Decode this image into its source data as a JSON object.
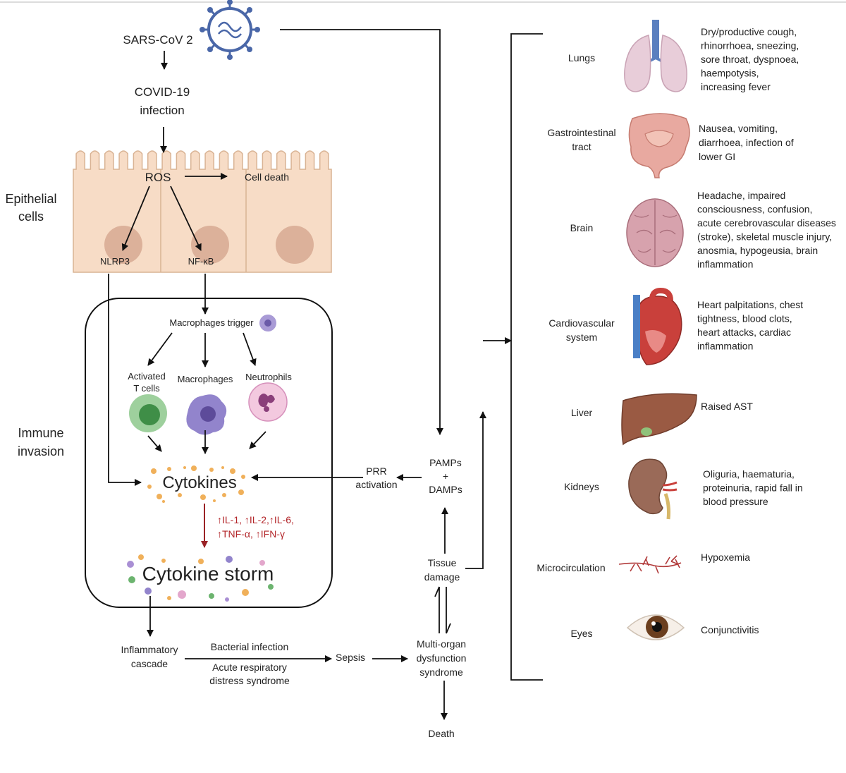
{
  "flow": {
    "virus": "SARS-CoV 2",
    "infection": [
      "COVID-19",
      "infection"
    ],
    "epithelial": [
      "Epithelial",
      "cells"
    ],
    "ros": "ROS",
    "cell_death": "Cell death",
    "nlrp3": "NLRP3",
    "nfkb": "NF-κB",
    "immune": [
      "Immune",
      "invasion"
    ],
    "macrophages_trigger": "Macrophages trigger",
    "activated_t": [
      "Activated",
      "T cells"
    ],
    "macrophages": "Macrophages",
    "neutrophils": "Neutrophils",
    "cytokines": "Cytokines",
    "il_line1": "↑IL-1, ↑IL-2,↑IL-6,",
    "il_line2": "↑TNF-α, ↑IFN-γ",
    "cytokine_storm": "Cytokine storm",
    "inflammatory": [
      "Inflammatory",
      "cascade"
    ],
    "bacterial": "Bacterial infection",
    "ards": [
      "Acute respiratory",
      "distress syndrome"
    ],
    "sepsis": "Sepsis",
    "mods": [
      "Multi-organ",
      "dysfunction",
      "syndrome"
    ],
    "death": "Death",
    "tissue": [
      "Tissue",
      "damage"
    ],
    "pamps": [
      "PAMPs",
      "+",
      "DAMPs"
    ],
    "prr": [
      "PRR",
      "activation"
    ]
  },
  "organs": [
    {
      "name": [
        "Lungs"
      ],
      "icon": "lungs-icon",
      "symptoms": [
        "Dry/productive cough,",
        "rhinorrhoea, sneezing,",
        "sore throat, dyspnoea,",
        "haempotysis,",
        "increasing fever"
      ]
    },
    {
      "name": [
        "Gastrointestinal",
        "tract"
      ],
      "icon": "intestine-icon",
      "symptoms": [
        "Nausea, vomiting,",
        "diarrhoea, infection of",
        "lower GI"
      ]
    },
    {
      "name": [
        "Brain"
      ],
      "icon": "brain-icon",
      "symptoms": [
        "Headache, impaired",
        "consciousness, confusion,",
        "acute cerebrovascular diseases",
        "(stroke), skeletal muscle injury,",
        "anosmia, hypogeusia, brain",
        "inflammation"
      ]
    },
    {
      "name": [
        "Cardiovascular",
        "system"
      ],
      "icon": "heart-icon",
      "symptoms": [
        "Heart palpitations, chest",
        "tightness, blood clots,",
        "heart attacks, cardiac",
        "inflammation"
      ]
    },
    {
      "name": [
        "Liver"
      ],
      "icon": "liver-icon",
      "symptoms": [
        "Raised AST"
      ]
    },
    {
      "name": [
        "Kidneys"
      ],
      "icon": "kidney-icon",
      "symptoms": [
        "Oliguria, haematuria,",
        "proteinuria, rapid fall in",
        "blood pressure"
      ]
    },
    {
      "name": [
        "Microcirculation"
      ],
      "icon": "microvessel-icon",
      "symptoms": [
        "Hypoxemia"
      ]
    },
    {
      "name": [
        "Eyes"
      ],
      "icon": "eye-icon",
      "symptoms": [
        "Conjunctivitis"
      ]
    }
  ],
  "colors": {
    "epithelium": "#f7dcc6",
    "epithelium_stroke": "#d9b394",
    "nucleus": "#dcb19a",
    "tcell": "#74b877",
    "macrophage": "#8e80c8",
    "neutrophil": "#e3a7cc",
    "cytokine_dot": "#f0b05a",
    "red_text": "#b3262a"
  }
}
